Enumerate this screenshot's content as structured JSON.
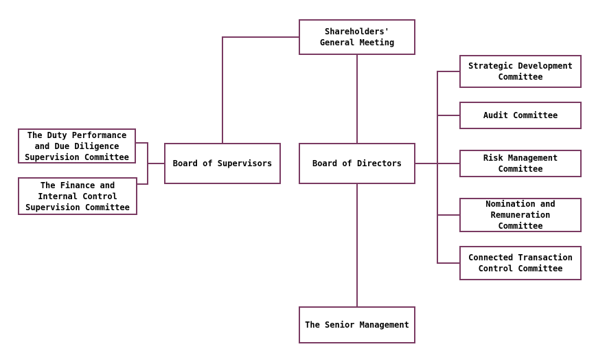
{
  "colors": {
    "line": "#7a3a62"
  },
  "nodes": {
    "shareholders": "Shareholders'\nGeneral Meeting",
    "supervisors": "Board of Supervisors",
    "directors": "Board of Directors",
    "senior": "The Senior Management",
    "duty": "The Duty Performance\nand Due Diligence\nSupervision Committee",
    "finance": "The Finance and\nInternal Control\nSupervision Committee",
    "strategic": "Strategic Development\nCommittee",
    "audit": "Audit Committee",
    "risk": "Risk Management\nCommittee",
    "nomination": "Nomination and\nRemuneration\nCommittee",
    "connected": "Connected Transaction\nControl Committee"
  }
}
